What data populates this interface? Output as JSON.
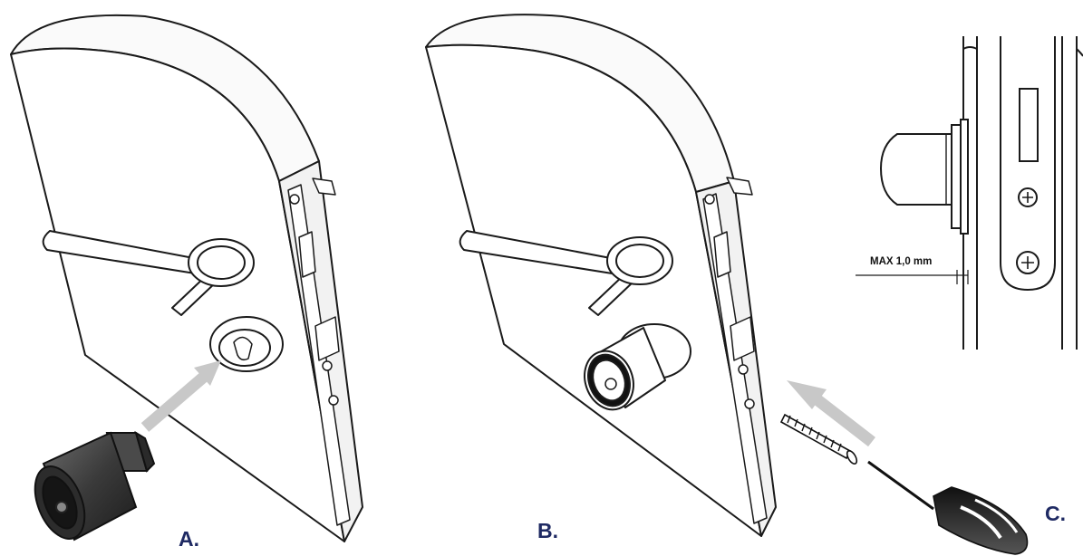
{
  "colors": {
    "label": "#1f2a63",
    "line": "#1a1a1a",
    "door_face": "#ffffff",
    "door_edge": "#f2f2f2",
    "arrow": "#c8c8c8",
    "cylinder_dark": "#3a3a3a"
  },
  "steps": {
    "a": "A.",
    "b": "B.",
    "c": "C."
  },
  "detail": {
    "dimension": "MAX 1,0 mm"
  },
  "icons": [
    "door-lock-illustration",
    "cylinder-icon",
    "screw-icon",
    "screwdriver-icon",
    "arrow-icon"
  ]
}
